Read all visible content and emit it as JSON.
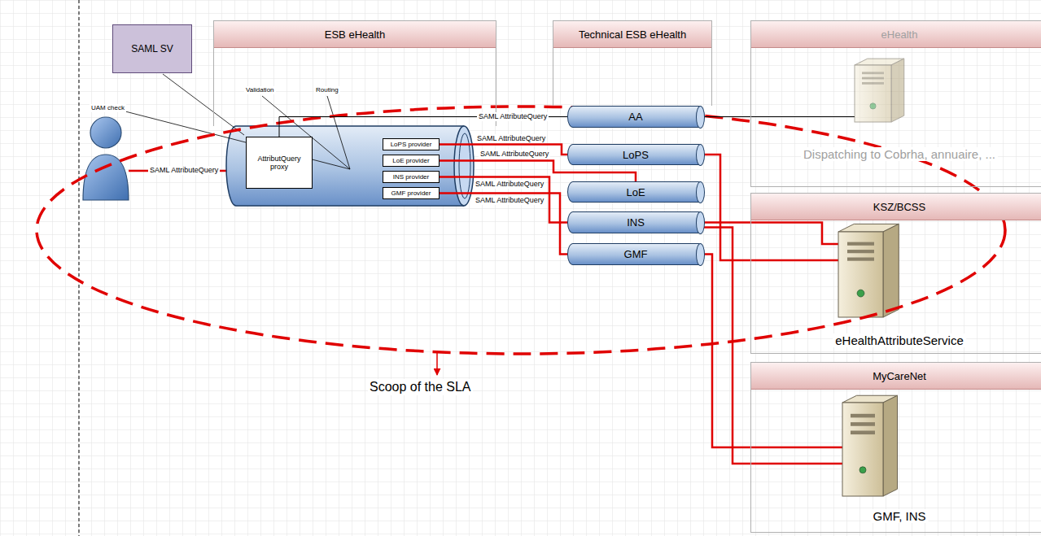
{
  "diagram": {
    "nodes": [
      {
        "text": [
          "SAML SV"
        ]
      },
      {
        "text": [
          "ESB eHealth"
        ]
      },
      {
        "text": [
          "AttributQuery proxy"
        ],
        "in": 1
      },
      {
        "text": [
          "LoPS provider"
        ],
        "in": 1
      },
      {
        "text": [
          "LoE provider"
        ],
        "in": 1
      },
      {
        "text": [
          "INS provider"
        ],
        "in": 1
      },
      {
        "text": [
          "GMF provider"
        ],
        "in": 1
      },
      {
        "text": [
          "Technical ESB eHealth"
        ]
      },
      {
        "text": [
          "AA"
        ],
        "in": 7
      },
      {
        "text": [
          "LoPS"
        ],
        "in": 7
      },
      {
        "text": [
          "LoE"
        ],
        "in": 7
      },
      {
        "text": [
          "INS"
        ],
        "in": 7
      },
      {
        "text": [
          "GMF"
        ],
        "in": 7
      },
      {
        "text": [
          "eHealth",
          "Dispatching to Cobrha, annuaire, ..."
        ]
      },
      {
        "text": [
          "KSZ/BCSS",
          "eHealthAttributeService"
        ]
      },
      {
        "text": [
          "MyCareNet",
          "GMF, INS"
        ]
      }
    ],
    "edges": [
      {
        "from": 2,
        "to": 8,
        "arrow": "none",
        "label": "SAML AttributeQuery"
      },
      {
        "from": 8,
        "to": 13,
        "arrow": "none"
      },
      {
        "from": 3,
        "to": 9,
        "arrow": "none",
        "label": "SAML AttributeQuery"
      },
      {
        "from": 4,
        "to": 10,
        "arrow": "none",
        "label": "SAML AttributeQuery"
      },
      {
        "from": 5,
        "to": 11,
        "arrow": "none",
        "label": "SAML AttributeQuery"
      },
      {
        "from": 6,
        "to": 12,
        "arrow": "none",
        "label": "SAML AttributeQuery"
      },
      {
        "from": 9,
        "to": 14,
        "arrow": "none"
      },
      {
        "from": 11,
        "to": 14,
        "arrow": "none"
      },
      {
        "from": 11,
        "to": 15,
        "arrow": "none"
      },
      {
        "from": 12,
        "to": 15,
        "arrow": "none"
      }
    ],
    "labels": [
      "UAM check",
      "Validation",
      "Routing",
      "SAML AttributeQuery",
      "Scoop of the SLA"
    ]
  }
}
